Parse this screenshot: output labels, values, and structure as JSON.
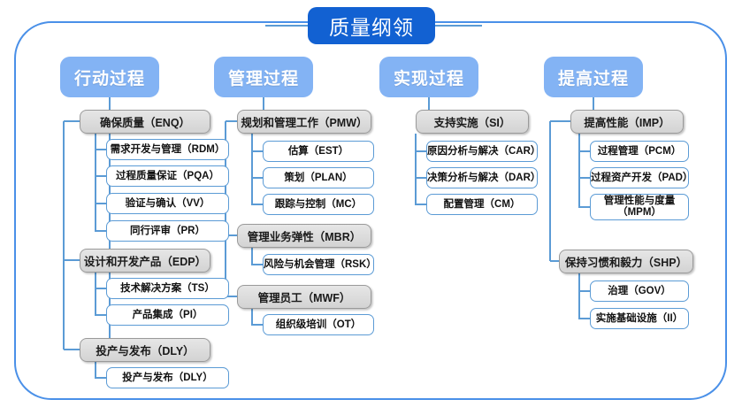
{
  "title": "质量纲领",
  "frame": {
    "accent_color": "#4a90e8",
    "title_color": "#1261d2",
    "header_color": "#83b3f4",
    "group_color": "#d9d9d9",
    "leaf_border_color": "#5b9bd5"
  },
  "columns": [
    {
      "header": "行动过程",
      "groups": [
        {
          "label": "确保质量（ENQ）",
          "items": [
            "需求开发与管理（RDM）",
            "过程质量保证（PQA）",
            "验证与确认（VV）",
            "同行评审（PR）"
          ]
        },
        {
          "label": "设计和开发产品（EDP）",
          "items": [
            "技术解决方案（TS）",
            "产品集成（PI）"
          ]
        },
        {
          "label": "投产与发布（DLY）",
          "items": [
            "投产与发布（DLY）"
          ]
        }
      ]
    },
    {
      "header": "管理过程",
      "groups": [
        {
          "label": "规划和管理工作（PMW）",
          "items": [
            "估算（EST）",
            "策划（PLAN）",
            "跟踪与控制（MC）"
          ]
        },
        {
          "label": "管理业务弹性（MBR）",
          "items": [
            "风险与机会管理（RSK）"
          ]
        },
        {
          "label": "管理员工（MWF）",
          "items": [
            "组织级培训（OT）"
          ]
        }
      ]
    },
    {
      "header": "实现过程",
      "groups": [
        {
          "label": "支持实施（SI）",
          "items": [
            "原因分析与解决（CAR）",
            "决策分析与解决（DAR）",
            "配置管理（CM）"
          ]
        }
      ]
    },
    {
      "header": "提高过程",
      "groups": [
        {
          "label": "提高性能（IMP）",
          "items": [
            "过程管理（PCM）",
            "过程资产开发（PAD）",
            "管理性能与度量\n（MPM）"
          ]
        },
        {
          "label": "保持习惯和毅力（SHP）",
          "items": [
            "治理（GOV）",
            "实施基础设施（II）"
          ]
        }
      ]
    }
  ]
}
